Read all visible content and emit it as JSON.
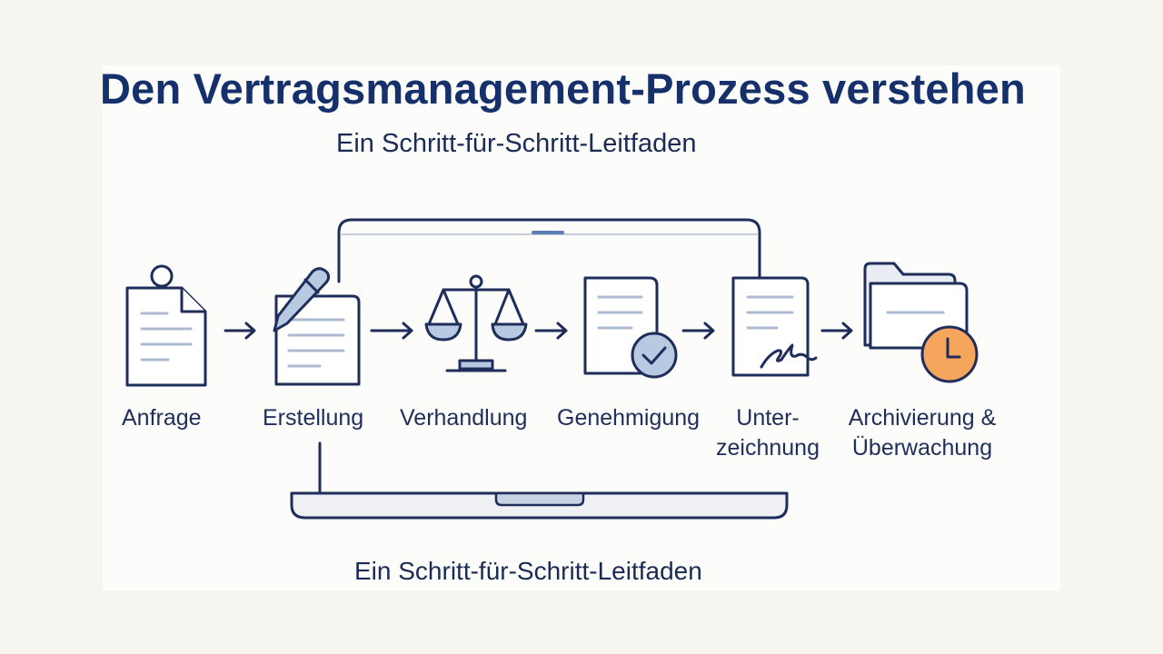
{
  "title": "Den Vertragsmanagement-Prozess verstehen",
  "subtitle_top": "Ein Schritt-für-Schritt-Leitfaden",
  "subtitle_bottom": "Ein Schritt-für-Schritt-Leitfaden",
  "steps": [
    {
      "label": "Anfrage",
      "icon": "document-request-icon"
    },
    {
      "label": "Erstellung",
      "icon": "pen-document-icon"
    },
    {
      "label": "Verhandlung",
      "icon": "scales-icon"
    },
    {
      "label": "Genehmigung",
      "icon": "approved-document-icon"
    },
    {
      "label_line1": "Unter-",
      "label_line2": "zeichnung",
      "icon": "signature-document-icon"
    },
    {
      "label_line1": "Archivierung &",
      "label_line2": "Überwachung",
      "icon": "folder-clock-icon"
    }
  ],
  "colors": {
    "navy": "#1e2d5a",
    "title": "#15306a",
    "line_fill": "#a9bcd6",
    "accent_orange": "#f6a55c",
    "laptop_fill": "#e9ecf2"
  }
}
